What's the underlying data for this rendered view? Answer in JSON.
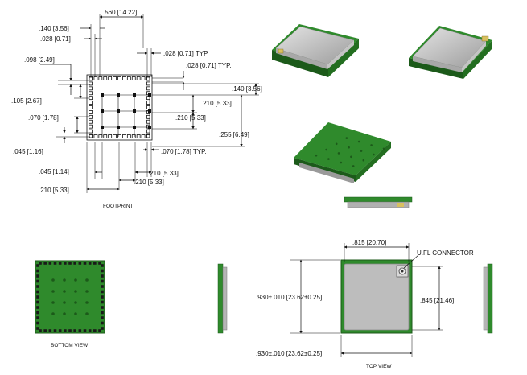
{
  "footprint": {
    "title": "FOOTPRINT",
    "dims": {
      "d_140_top": ".140 [3.56]",
      "d_560": ".560 [14.22]",
      "d_028_left": ".028 [0.71]",
      "d_028_typ_a": ".028 [0.71] TYP.",
      "d_098": ".098 [2.49]",
      "d_028_typ_b": ".028 [0.71] TYP.",
      "d_140_right": ".140 [3.56]",
      "d_105": ".105 [2.67]",
      "d_210_r1": ".210 [5.33]",
      "d_070_left": ".070 [1.78]",
      "d_210_r2": ".210 [5.33]",
      "d_255": ".255 [6.49]",
      "d_045_left": ".045 [1.16]",
      "d_070_typ": ".070 [1.78] TYP.",
      "d_045_bottom": ".045 [1.14]",
      "d_210_b1": ".210 [5.33]",
      "d_210_b2": ".210 [5.33]",
      "d_210_b3": ".210 [5.33]"
    }
  },
  "bottom_view": {
    "title": "BOTTOM VIEW"
  },
  "top_view": {
    "title": "TOP VIEW",
    "dims": {
      "width_top": ".815 [20.70]",
      "connector": "U.FL CONNECTOR",
      "height_left": ".930±.010 [23.62±0.25]",
      "height_right": ".845 [21.46]",
      "width_bottom": ".930±.010 [23.62±0.25]"
    }
  },
  "colors": {
    "pcb_green": "#2f8a2c",
    "pcb_dark": "#1c5a1a",
    "shield_metal": "#b9b9b9",
    "shield_light": "#d6d6d6",
    "pad": "#1a1a1a"
  }
}
